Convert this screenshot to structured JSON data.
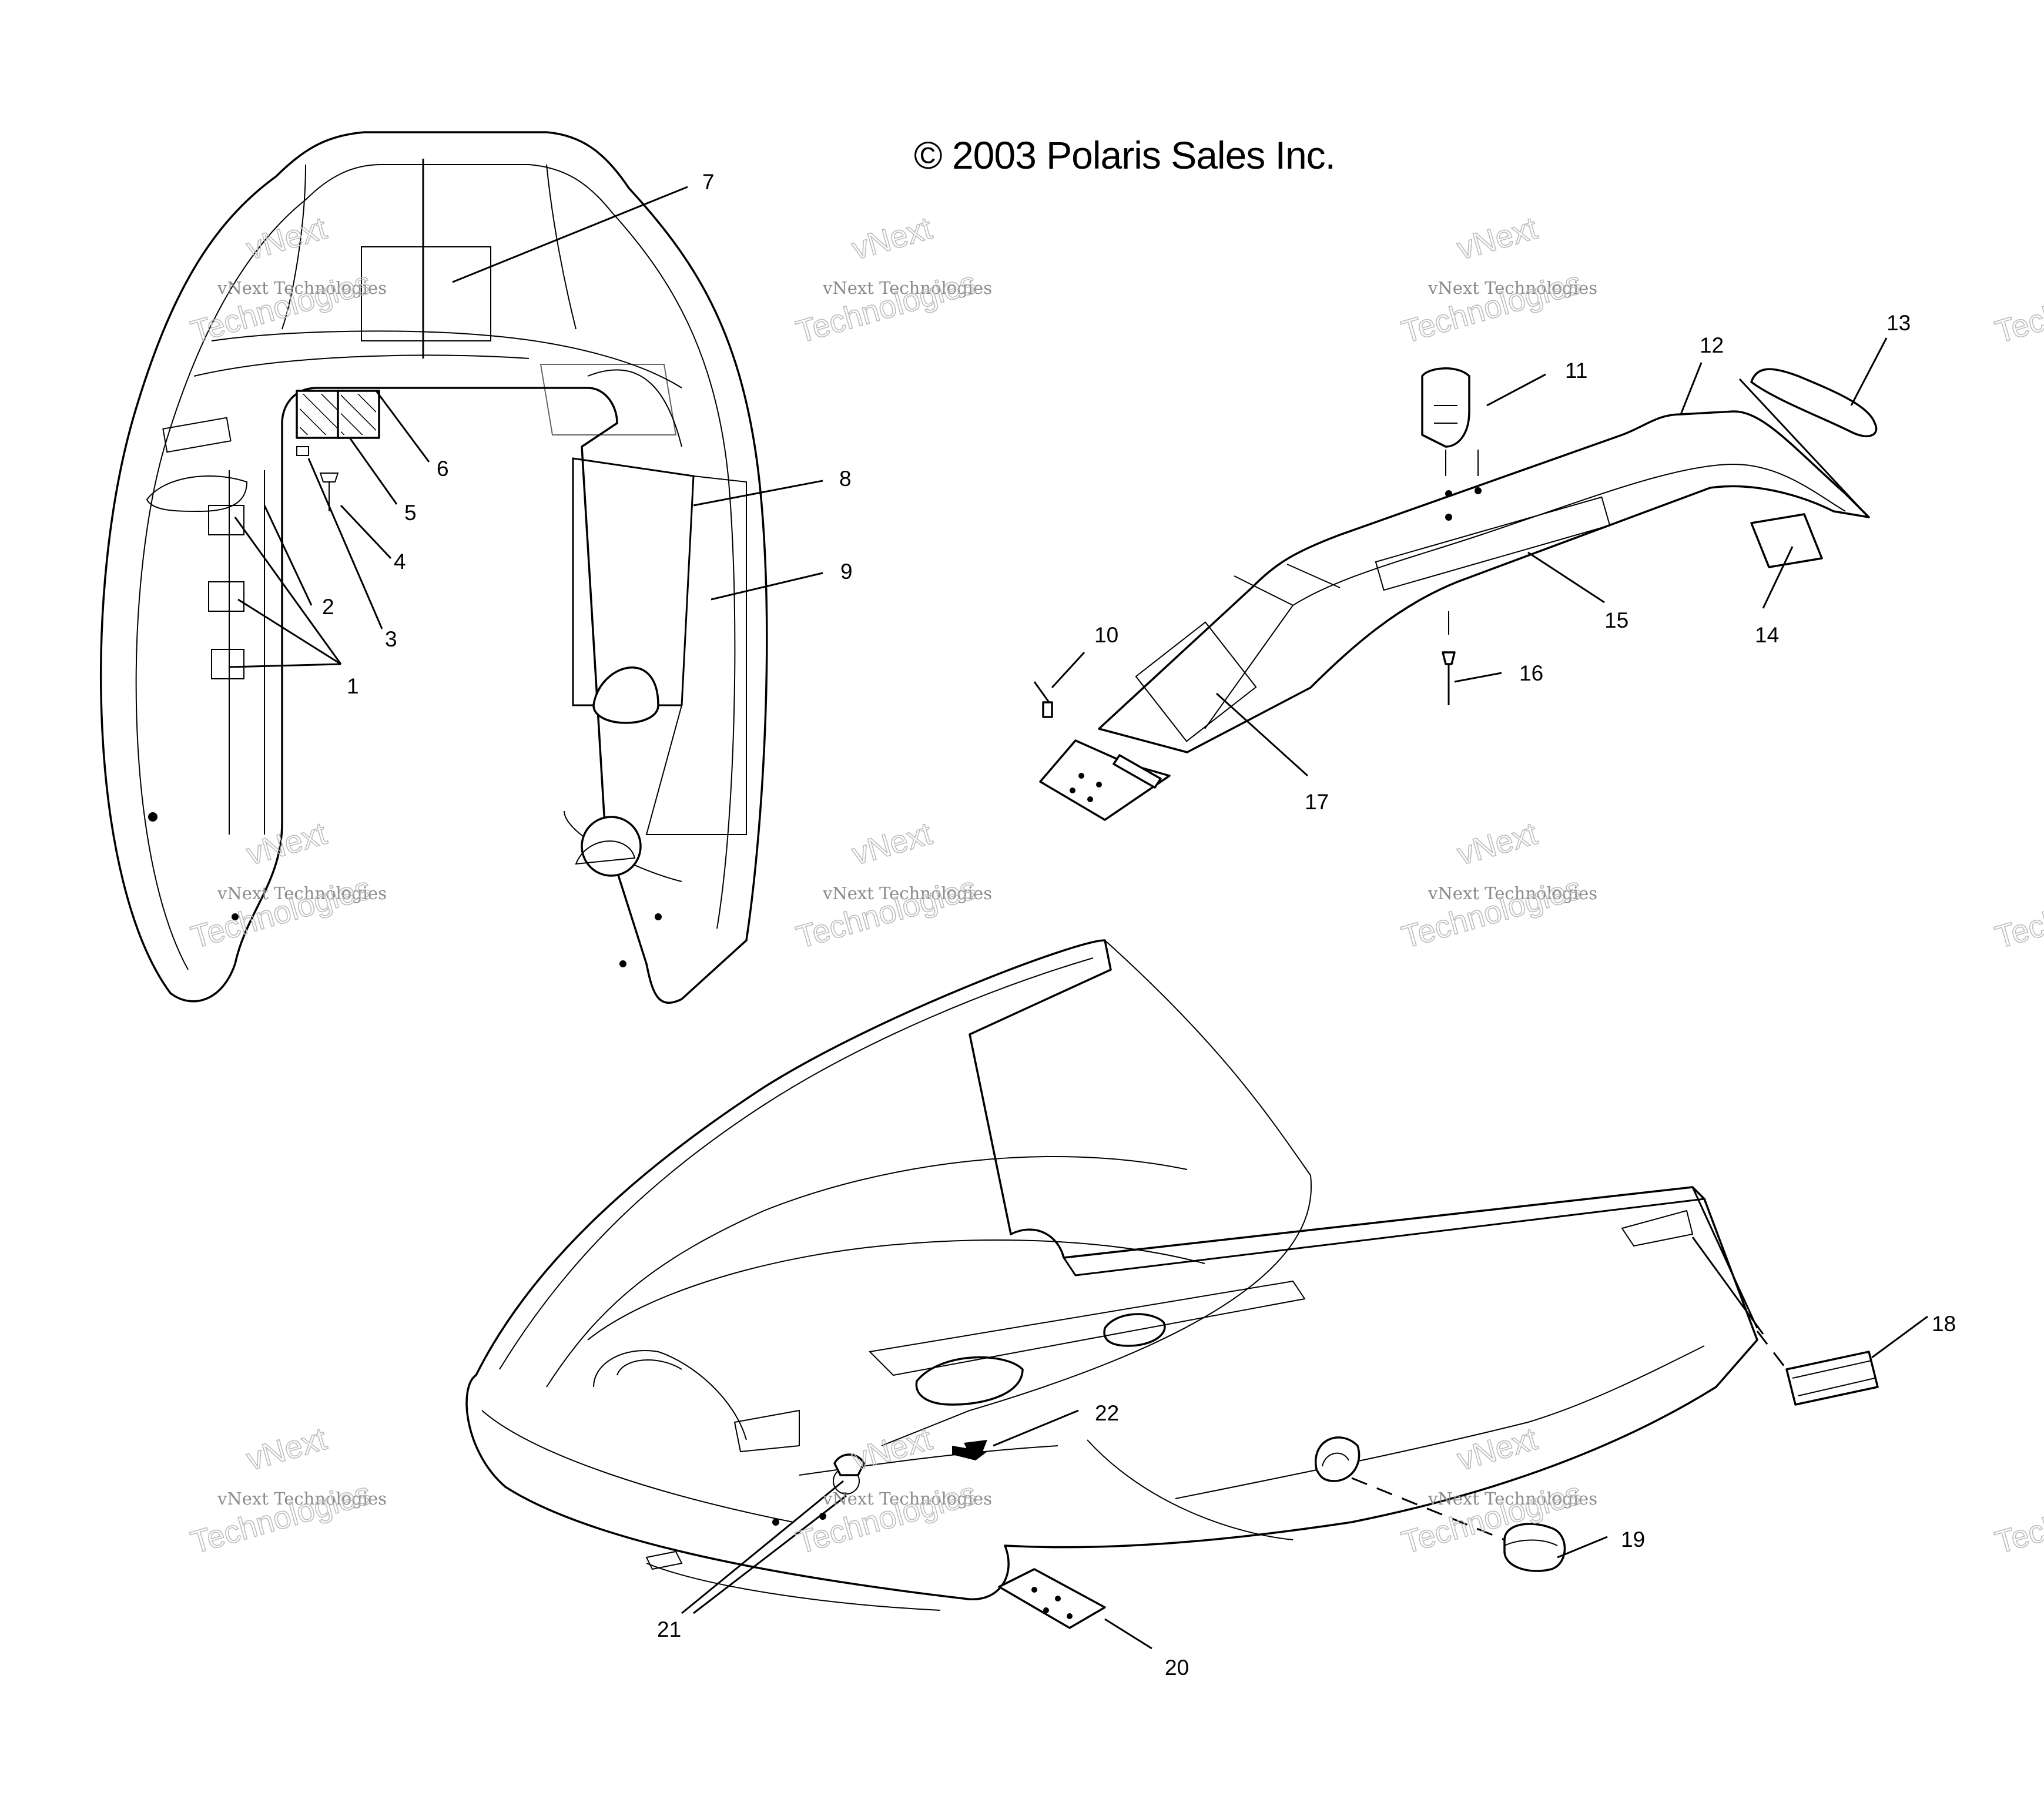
{
  "copyright": "© 2003 Polaris Sales Inc.",
  "watermark": {
    "line1": "vNext",
    "line2": "vNext Technologies",
    "line3": "Technologies"
  },
  "callouts": [
    "1",
    "2",
    "3",
    "4",
    "5",
    "6",
    "7",
    "8",
    "9",
    "10",
    "11",
    "12",
    "13",
    "14",
    "15",
    "16",
    "17",
    "18",
    "19",
    "20",
    "21",
    "22"
  ]
}
